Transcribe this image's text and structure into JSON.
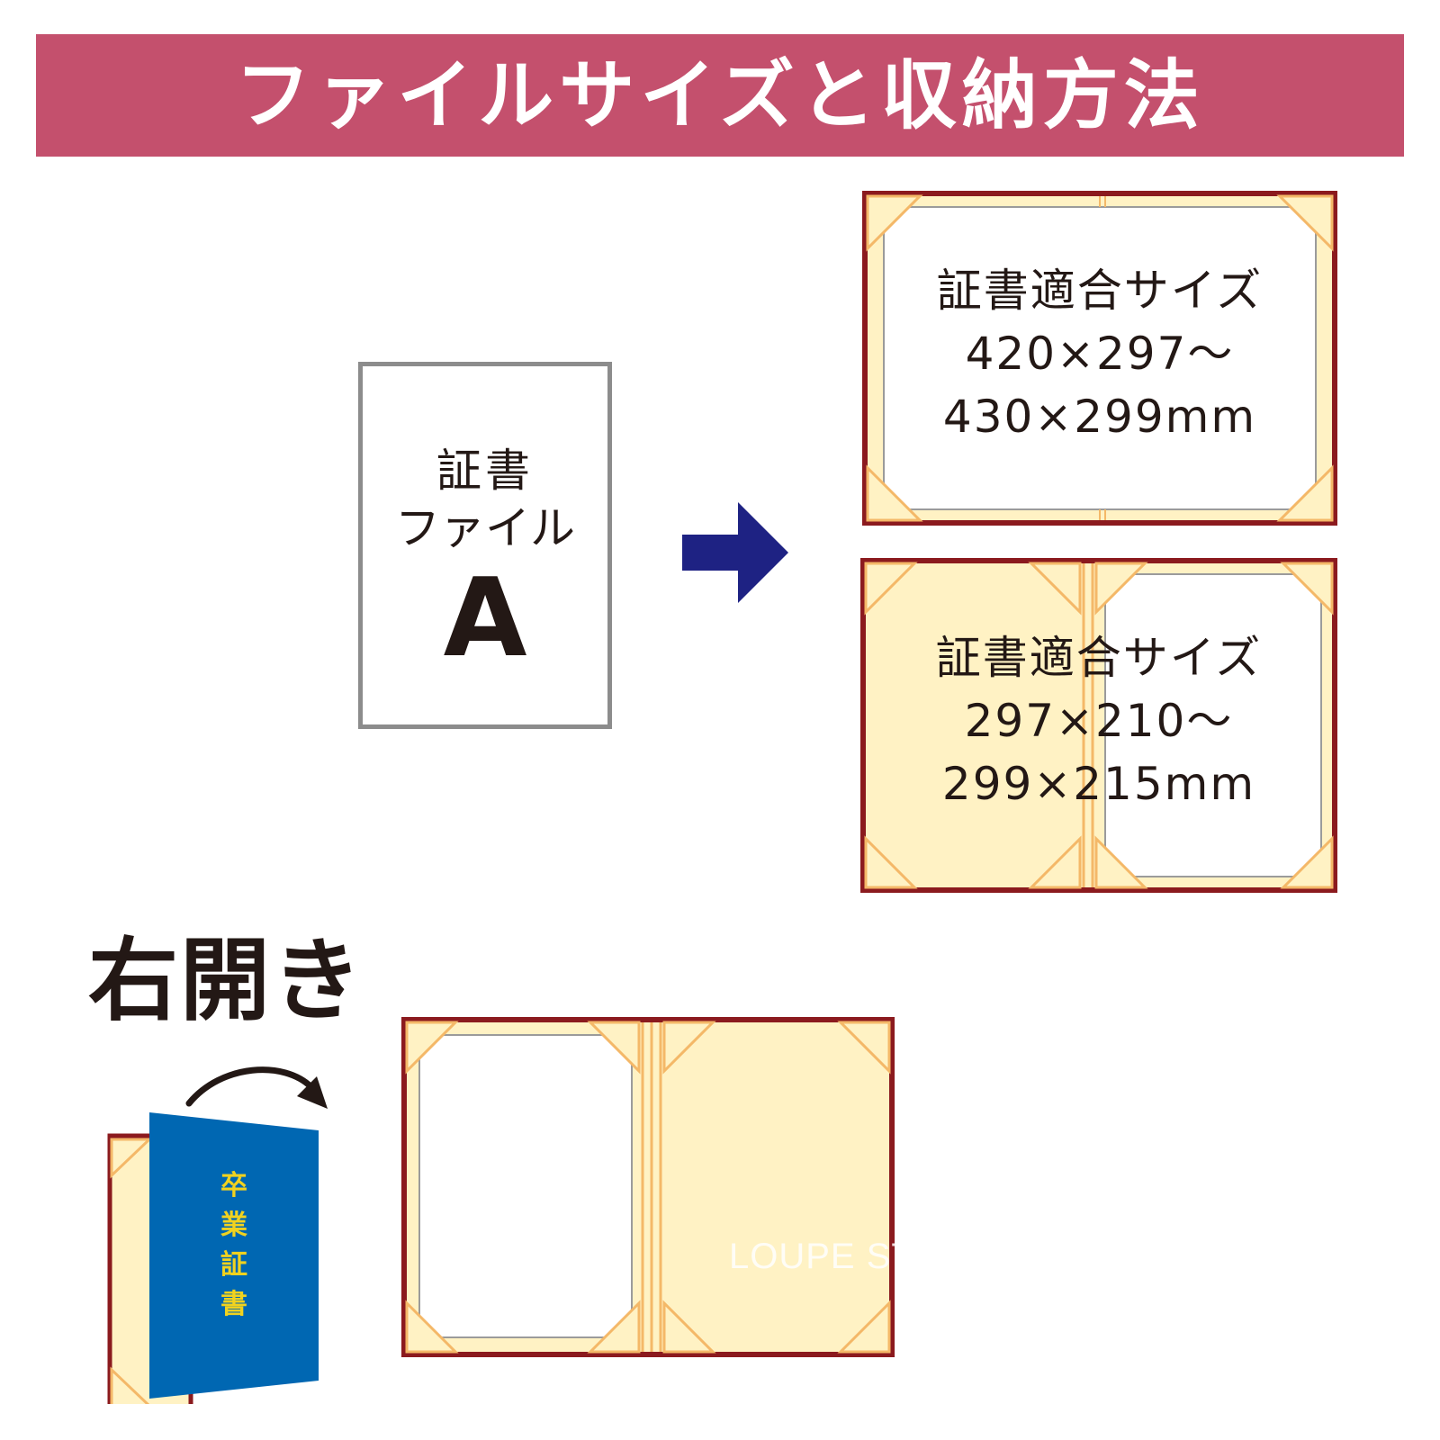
{
  "header": {
    "title": "ファイルサイズと収納方法"
  },
  "file_card": {
    "line1": "証書",
    "line2": "ファイル",
    "letter": "A"
  },
  "panels": [
    {
      "line1": "証書適合サイズ",
      "line2": "420×297～",
      "line3": "430×299mm"
    },
    {
      "line1": "証書適合サイズ",
      "line2": "297×210～",
      "line3": "299×215mm"
    }
  ],
  "opening": {
    "label": "右開き",
    "cover_title": [
      "卒",
      "業",
      "証",
      "書"
    ]
  },
  "watermark": "LOUPE STUDIO",
  "colors": {
    "banner": "#c4506d",
    "frame": "#8b1a1e",
    "paper": "#fff2c4",
    "corner": "#f4b868",
    "arrow": "#1e2283",
    "cover": "#0067b2",
    "cover_text": "#f1d21f"
  }
}
